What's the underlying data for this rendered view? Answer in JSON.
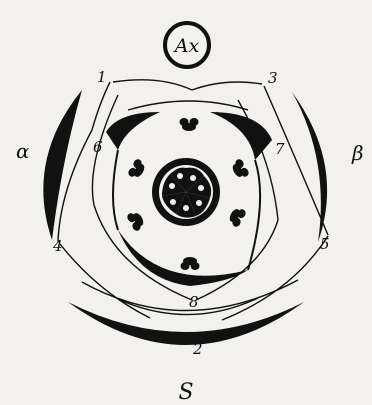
{
  "diagram": {
    "axis_label": "Ax",
    "subtending_label": "S",
    "bract_left_label": "α",
    "bract_right_label": "β",
    "sepal_labels": [
      "1",
      "2",
      "3",
      "4",
      "5"
    ],
    "petal_labels": [
      "6",
      "7",
      "8"
    ],
    "ink_color": "#111111",
    "paper_color": "#f2f1ee"
  }
}
